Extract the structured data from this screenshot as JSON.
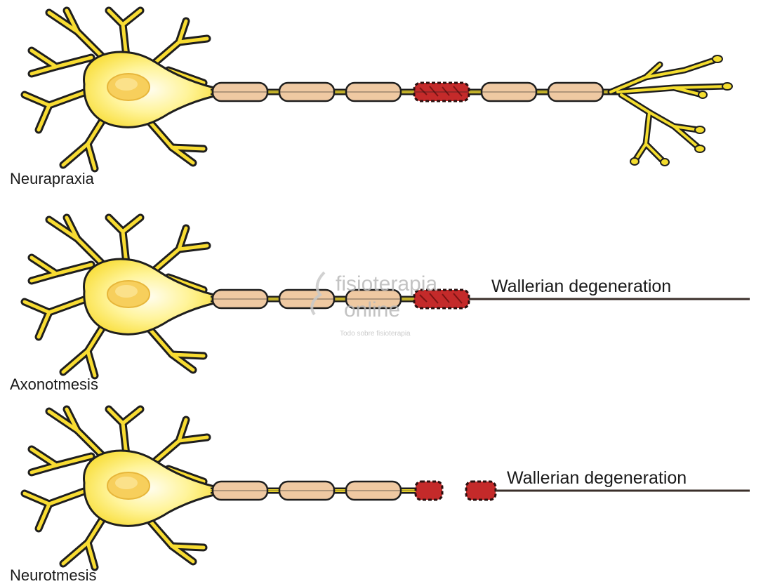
{
  "panels": [
    {
      "id": "neurapraxia",
      "label": "Neurapraxia",
      "injury": "myelin-lesion",
      "degeneration_label": ""
    },
    {
      "id": "axonotmesis",
      "label": "Axonotmesis",
      "injury": "axon-lesion",
      "degeneration_label": "Wallerian degeneration"
    },
    {
      "id": "neurotmesis",
      "label": "Neurotmesis",
      "injury": "complete-transection",
      "degeneration_label": "Wallerian degeneration"
    }
  ],
  "watermark": {
    "brand_line1": "fisioterapia",
    "brand_line2": "online",
    "tagline": "Todo sobre fisioterapia"
  },
  "colors": {
    "soma": "#fff07a",
    "soma_center": "#fffbe0",
    "nucleus": "#f7cf5c",
    "axon": "#f4dd2e",
    "myelin": "#efc9a2",
    "lesion": "#c42a2a",
    "outline": "#1e1e1e",
    "degenerated_axon": "#3b2f2a"
  }
}
